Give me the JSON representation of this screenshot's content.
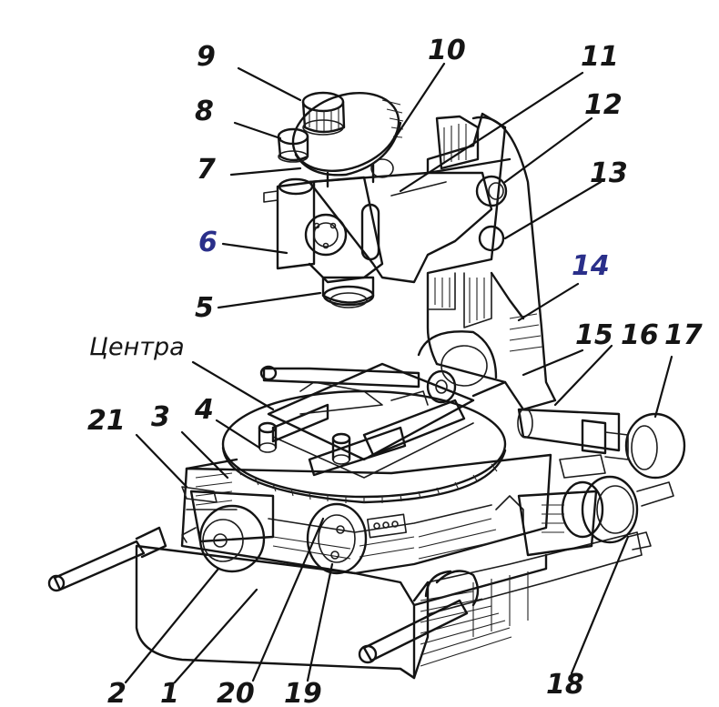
{
  "labels": [
    {
      "id": "1",
      "text": "1"
    },
    {
      "id": "2",
      "text": "2"
    },
    {
      "id": "3",
      "text": "3"
    },
    {
      "id": "4",
      "text": "4"
    },
    {
      "id": "5",
      "text": "5"
    },
    {
      "id": "6",
      "text": "6",
      "color": "#2a2f8a"
    },
    {
      "id": "7",
      "text": "7"
    },
    {
      "id": "8",
      "text": "8"
    },
    {
      "id": "9",
      "text": "9"
    },
    {
      "id": "10",
      "text": "10"
    },
    {
      "id": "11",
      "text": "11"
    },
    {
      "id": "12",
      "text": "12"
    },
    {
      "id": "13",
      "text": "13"
    },
    {
      "id": "14",
      "text": "14",
      "color": "#2a2f8a"
    },
    {
      "id": "15",
      "text": "15"
    },
    {
      "id": "16",
      "text": "16"
    },
    {
      "id": "17",
      "text": "17"
    },
    {
      "id": "18",
      "text": "18"
    },
    {
      "id": "19",
      "text": "19"
    },
    {
      "id": "20",
      "text": "20"
    },
    {
      "id": "21",
      "text": "21"
    },
    {
      "id": "centers",
      "text": "Центра"
    }
  ],
  "colors": {
    "ink": "#141414",
    "paper": "#ffffff",
    "blue_label": "#2a2f8a"
  }
}
